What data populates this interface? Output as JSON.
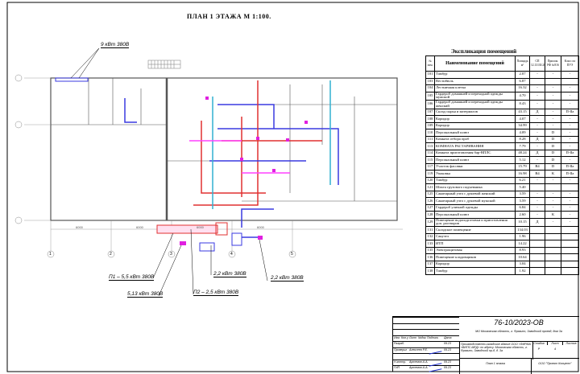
{
  "plan_title": "ПЛАН 1 ЭТАЖА   М 1:100.",
  "power_labels": [
    "9 кВт 380В",
    "П1 – 5,5 кВт 380В",
    "5,13 кВт 380В",
    "П2 – 2,5 кВт 380В",
    "2,2 кВт 380В",
    "2,2 кВт 380В"
  ],
  "axes": {
    "bottom": [
      "1",
      "2",
      "3",
      "4",
      "5"
    ],
    "dims": [
      "6000",
      "6000",
      "6000",
      "6000"
    ]
  },
  "explication": {
    "title": "Экспликация помещений",
    "headers": [
      "№ пом.",
      "Наименование помещений",
      "Площадь м²",
      "СП 12.13130.2009",
      "Прилож. РФ №916",
      "Класс по ПУЭ"
    ],
    "rows": [
      [
        "101",
        "Тамбур",
        "2.07",
        "-",
        "-",
        "-"
      ],
      [
        "103",
        "Вестибюль",
        "6.87",
        "",
        "",
        ""
      ],
      [
        "104",
        "Лестничная клетка",
        "16.32",
        "-",
        "-",
        "-"
      ],
      [
        "105",
        "Гардероб домашней и переходной одежды мужской",
        "4.70",
        "-",
        "-",
        "-"
      ],
      [
        "106",
        "Гардероб домашней и переходной одежды женский",
        "8.43",
        "-",
        "-",
        "-"
      ],
      [
        "107",
        "Склад сырья и материалов",
        "43.15",
        "Д",
        "-",
        "П-IIа"
      ],
      [
        "108",
        "Коридор",
        "4.07",
        "-",
        "-",
        "-"
      ],
      [
        "109",
        "Коридор",
        "34.99",
        "-",
        "-",
        "-"
      ],
      [
        "110",
        "Персональный шлюз",
        "4.09",
        "-",
        "D",
        "-"
      ],
      [
        "111",
        "Комната отбора проб",
        "8.28",
        "Д",
        "D",
        "-"
      ],
      [
        "113",
        "КОМНАТА РАСТАРИВАНИЯ",
        "7.79",
        "-",
        "D",
        "-"
      ],
      [
        "114",
        "Комната приготовления бар-ВПЛС",
        "48.24",
        "Д",
        "D",
        "П-IIа"
      ],
      [
        "115",
        "Персональный шлюз",
        "5.12",
        "-",
        "D",
        "-"
      ],
      [
        "117",
        "Участок фасовки",
        "15.79",
        "В4",
        "D",
        "П-IIа"
      ],
      [
        "119",
        "Упаковка",
        "16.98",
        "В4",
        "К",
        "П-IIа"
      ],
      [
        "120",
        "Тамбур",
        "6.21",
        "-",
        "-",
        "-"
      ],
      [
        "121",
        "Шахта грузового подъемника",
        "5.40",
        "",
        "",
        ""
      ],
      [
        "125",
        "Санитарный узел с душевой женский",
        "3.59",
        "-",
        "-",
        "-"
      ],
      [
        "126",
        "Санитарный узел с душевой мужской",
        "3.59",
        "-",
        "-",
        "-"
      ],
      [
        "127",
        "Гардероб уличной одежды",
        "6.84",
        "-",
        "-",
        "-"
      ],
      [
        "128",
        "Персональный шлюз",
        "2.60",
        "-",
        "К",
        "-"
      ],
      [
        "129",
        "Помещение водоподготовки и приготовления доп. растворов",
        "10.15",
        "Д",
        "-",
        "-"
      ],
      [
        "131",
        "Складское помещение",
        "134.03",
        "",
        "",
        ""
      ],
      [
        "132",
        "Санузел",
        "1.96",
        "",
        "",
        ""
      ],
      [
        "133",
        "ИТП",
        "14.22",
        "",
        "",
        ""
      ],
      [
        "135",
        "Электрощитовая",
        "8.93",
        "",
        "",
        ""
      ],
      [
        "136",
        "Помещение кладовщиков",
        "10.64",
        "",
        "",
        ""
      ],
      [
        "137",
        "Коридор",
        "3.04",
        "",
        "",
        ""
      ],
      [
        "138",
        "Тамбур",
        "1.92",
        "",
        "",
        ""
      ]
    ]
  },
  "title_block": {
    "code": "76-10/2023-ОВ",
    "address": "МО Московская область, г. Фрязино, Заводской проезд, дом 3а",
    "object": "Производственно-складское здание ООО «ФИРМА «ВИПС-МЕД» по адресу: Московская область, г. Фрязино, Заводской пр-д, д. 3а",
    "sheet_name": "План 1 этажа",
    "company": "ООО \"Проект Концепт\"",
    "col_headers": [
      "Изм.",
      "Кол.уч",
      "Лист",
      "№док.",
      "Подпись",
      "Дата"
    ],
    "stage_headers": [
      "Стадия",
      "Лист",
      "Листов"
    ],
    "stage": "Р",
    "sheet": "4",
    "roles": [
      "Разраб.",
      "Проверил",
      "",
      "Н.контр.",
      "ГИП"
    ],
    "names": [
      "",
      "Алексеев Р.Е.",
      "",
      "Артемов А.А.",
      "Артемов А.А."
    ],
    "dates": [
      "09.23",
      "09.23",
      "",
      "09.23",
      "09.23"
    ]
  }
}
